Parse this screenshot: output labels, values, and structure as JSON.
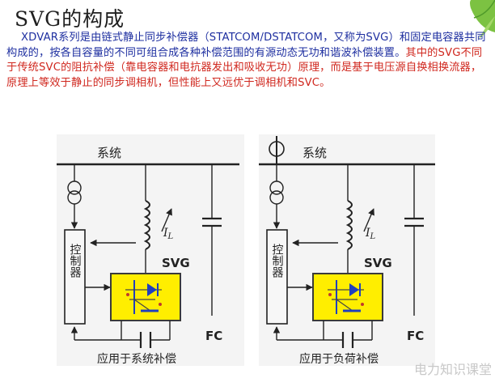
{
  "slide": {
    "title": "SVG的构成",
    "paragraph": {
      "part1": "XDVAR系列是由链式静止同步补偿器（STATCOM/DSTATCOM，又称为SVG）和固定电容器共同构成的，按各自容量的不同可组合成各种补偿范围的有源动态无功和谐波补偿装置。",
      "part2": "其中的SVG不同于传统SVC的阻抗补偿（靠电容器和电抗器发出和吸收无功）原理，而是基于电压源自换相换流器，原理上等效于静止的同步调相机，但性能上又远优于调相机和SVC。"
    }
  },
  "diagrams": [
    {
      "system_label": "系统",
      "controller_label": "控制器",
      "current_label": "I",
      "current_subscript": "L",
      "svg_label": "SVG",
      "fc_label": "FC",
      "caption": "应用于系统补偿"
    },
    {
      "system_label": "系统",
      "controller_label": "控制器",
      "current_label": "I",
      "current_subscript": "L",
      "svg_label": "SVG",
      "fc_label": "FC",
      "caption": "应用于负荷补偿"
    }
  ],
  "watermark": "电力知识课堂",
  "colors": {
    "title": "#1f1f1f",
    "text_dark_red": "#7a1f1f",
    "text_blue": "#1e2fa0",
    "text_red": "#d0281f",
    "diagram_bg": "#f4f4f4",
    "svg_box_fill": "#ffee00",
    "svg_box_border": "#3a3a3a",
    "igbt_blue": "#1f3fbf"
  }
}
